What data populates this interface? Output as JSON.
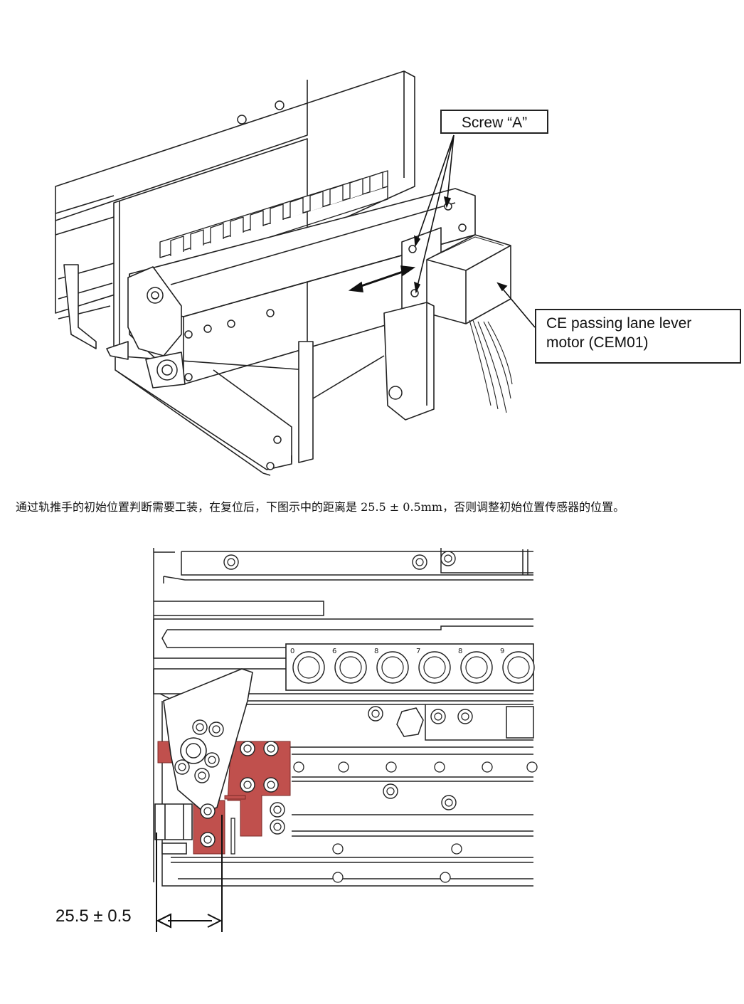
{
  "figure1": {
    "screw_label": "Screw “A”",
    "motor_label_line1": "CE passing lane lever",
    "motor_label_line2": "motor (CEM01)"
  },
  "paragraph": "通过轨推手的初始位置判断需要工装，在复位后，下图示中的距离是 25.5 ± 0.5mm，否则调整初始位置传感器的位置。",
  "figure2": {
    "dimension_label": "25.5 ± 0.5",
    "cavity_numbers": [
      "0",
      "6",
      "8",
      "7",
      "8",
      "9"
    ],
    "highlight_color": "#c0504d"
  }
}
